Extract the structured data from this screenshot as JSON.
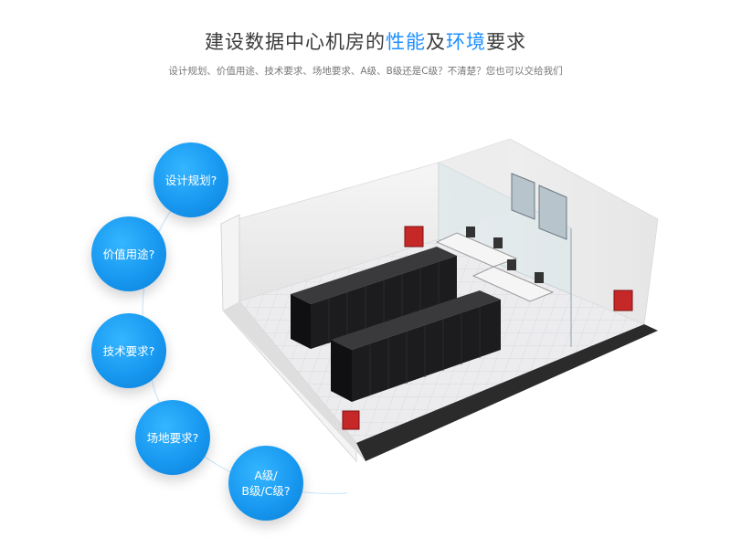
{
  "header": {
    "title_part1": "建设数据中心机房的",
    "title_hl1": "性能",
    "title_part2": "及",
    "title_hl2": "环境",
    "title_part3": "要求",
    "subtitle": "设计规划、价值用途、技术要求、场地要求、A级、B级还是C级？不清楚？您也可以交给我们"
  },
  "bubbles": [
    {
      "label": "设计规划?"
    },
    {
      "label": "价值用途?"
    },
    {
      "label": "技术要求?"
    },
    {
      "label": "场地要求?"
    },
    {
      "line1": "A级/",
      "line2": "B级/C级?"
    }
  ],
  "colors": {
    "accent": "#1e90ff",
    "bubble": "#1898f0",
    "rack": "#1c1c1e",
    "extinguisher": "#c62828"
  },
  "icons": [
    "fire-extinguisher-icon",
    "server-rack-icon",
    "office-desk-icon"
  ]
}
